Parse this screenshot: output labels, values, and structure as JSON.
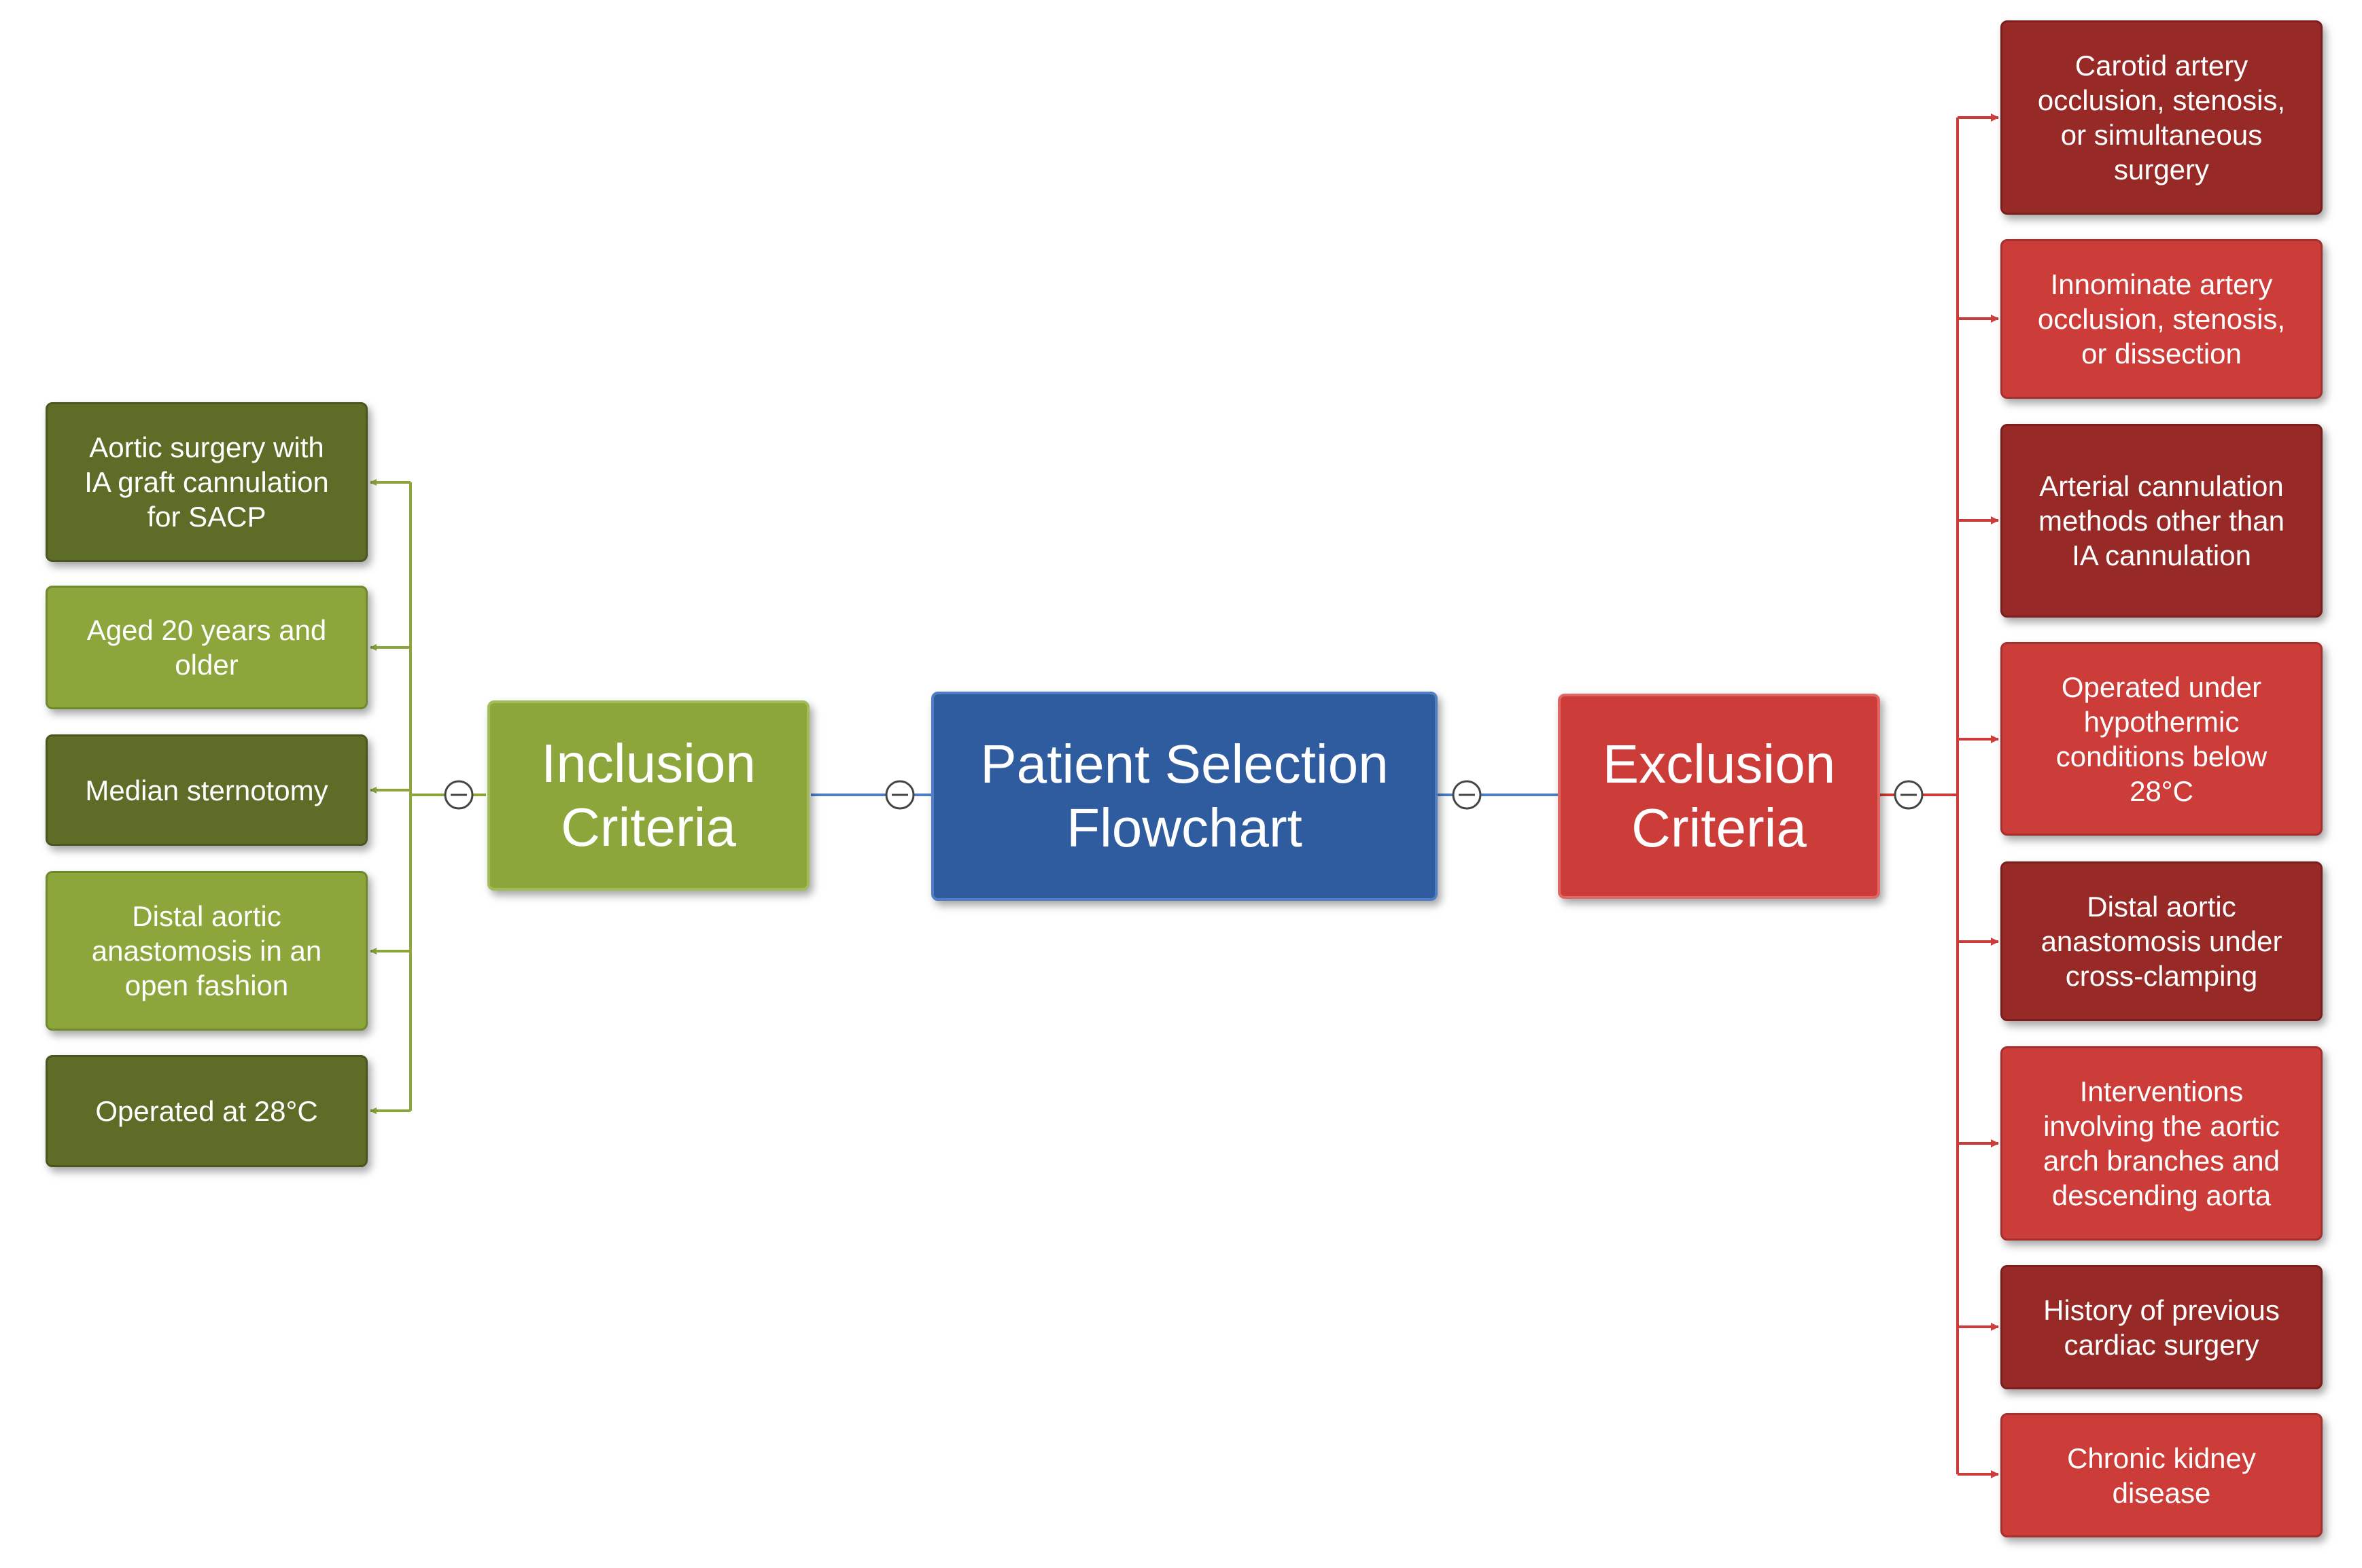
{
  "center": {
    "label": "Patient Selection\nFlowchart"
  },
  "inclusion": {
    "label": "Inclusion\nCriteria",
    "items": [
      "Aortic surgery with\nIA graft cannulation\nfor SACP",
      "Aged 20 years and\nolder",
      "Median sternotomy",
      "Distal aortic\nanastomosis in an\nopen fashion",
      "Operated at 28°C"
    ]
  },
  "exclusion": {
    "label": "Exclusion\nCriteria",
    "items": [
      "Carotid artery\nocclusion, stenosis,\nor simultaneous\nsurgery",
      "Innominate artery\nocclusion, stenosis,\nor dissection",
      "Arterial cannulation\nmethods other than\nIA cannulation",
      "Operated under\nhypothermic\nconditions below\n28°C",
      "Distal aortic\nanastomosis under\ncross-clamping",
      "Interventions\ninvolving the aortic\narch branches and\ndescending aorta",
      "History of previous\ncardiac surgery",
      "Chronic kidney\ndisease"
    ]
  },
  "colors": {
    "center": "#2f5c9e",
    "inclusion_dark": "#5d6c27",
    "inclusion_light": "#8ca63b",
    "exclusion_dark": "#972a27",
    "exclusion_light": "#cc3d3a",
    "inclusion_connector": "#8ca63b",
    "exclusion_connector": "#cc3d3a",
    "center_connector": "#4f7ec4"
  },
  "icons": {
    "collapse": "circle-minus-icon"
  }
}
